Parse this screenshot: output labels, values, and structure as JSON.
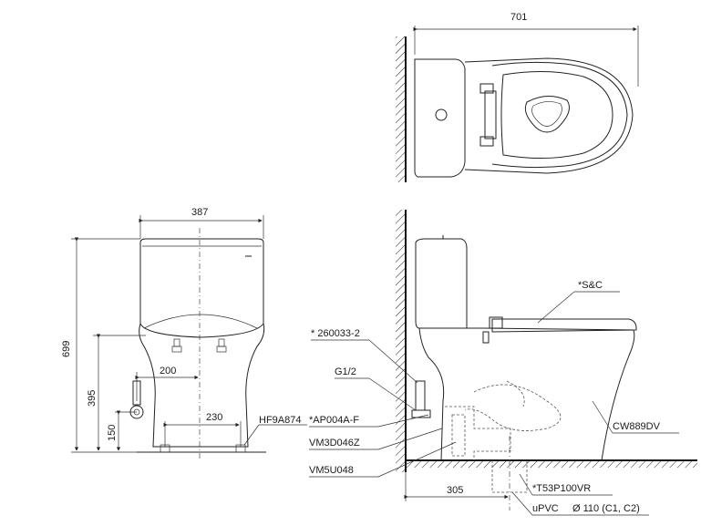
{
  "dimensions": {
    "top_width": "701",
    "front_width": "387",
    "height": "699",
    "inlet_height": "395",
    "outlet_height": "150",
    "inlet_offset": "200",
    "outlet_spacing": "230",
    "rough_in": "305"
  },
  "parts": {
    "front_outlet": "HF9A874",
    "supply_valve": "* 260033-2",
    "thread": "G1/2",
    "flex_hose": "*AP004A-F",
    "fill_valve": "VM3D046Z",
    "flush_valve": "VM5U048",
    "seat": "*S&C",
    "bowl": "CW889DV",
    "flange": "*T53P100VR",
    "pipe": "uPVC",
    "pipe_diameter": "Ø 110 (C1, C2)"
  }
}
